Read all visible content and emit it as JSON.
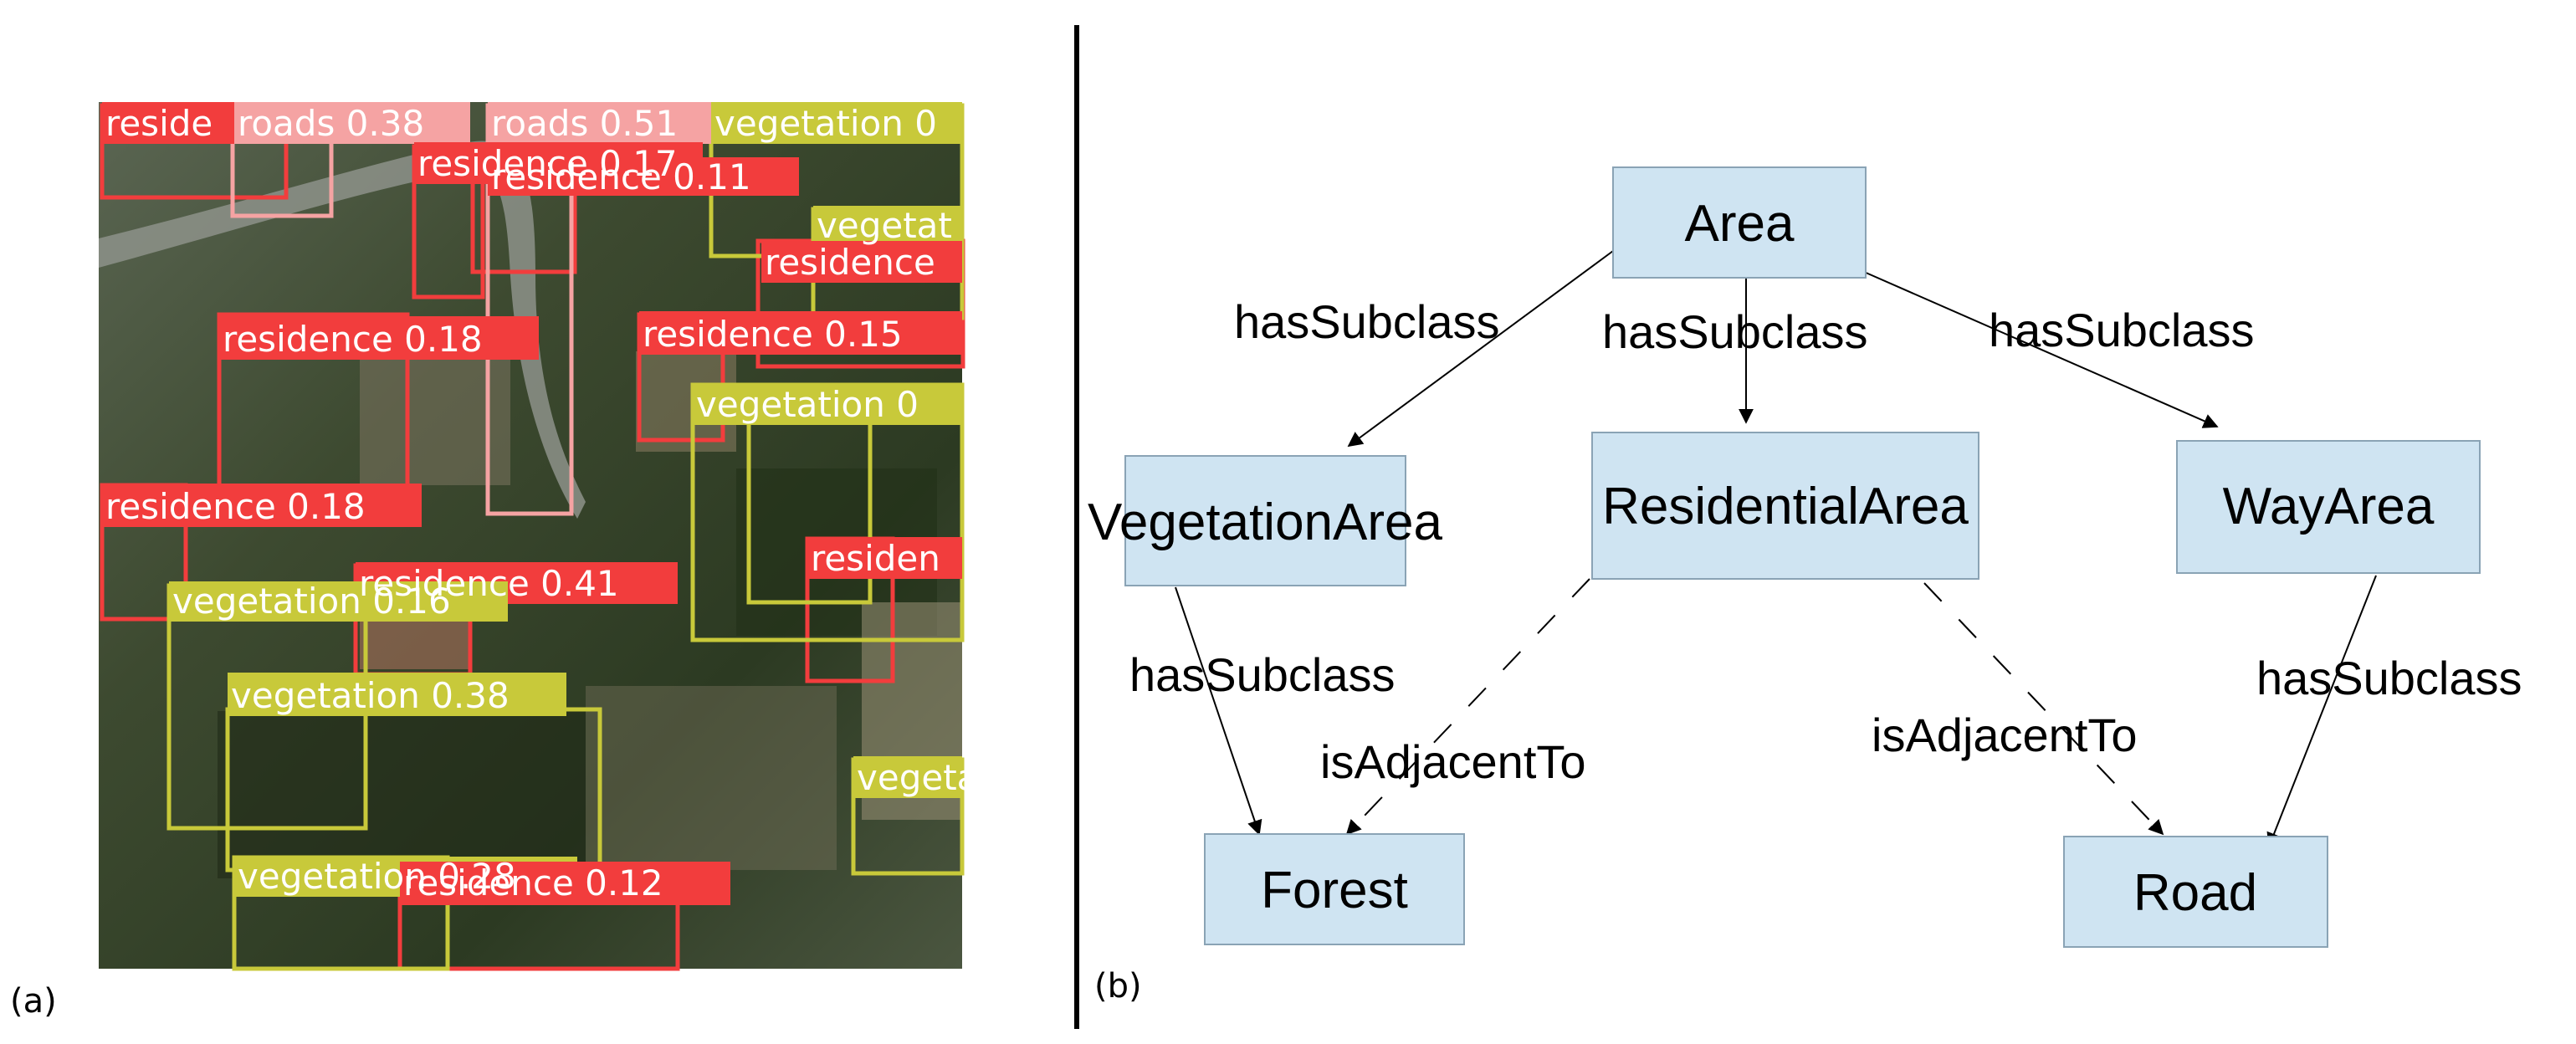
{
  "panels": {
    "a_label": "(a)",
    "b_label": "(b)"
  },
  "colors": {
    "residence": "#f23d3d",
    "roads": "#f5a3a3",
    "vegetation": "#c8c93a",
    "node_fill": "#cfe4f2",
    "node_stroke": "#8aa3b5",
    "divider": "#000000"
  },
  "detection_image": {
    "labels": [
      "reside",
      "roads 0.38",
      "roads 0.51",
      "vegetation 0",
      "residence 0.17",
      "residence 0.11",
      "vegetat",
      "residence",
      "residence 0.18",
      "residence 0.15",
      "vegetation 0",
      "residence 0.18",
      "residen",
      "residence 0.41",
      "vegetation 0.16",
      "vegetation 0.38",
      "vegeta",
      "vegetation 0.28",
      "residence 0.12"
    ]
  },
  "ontology": {
    "nodes": {
      "area": "Area",
      "vegetation_area": "VegetationArea",
      "residential_area": "ResidentialArea",
      "way_area": "WayArea",
      "forest": "Forest",
      "road": "Road"
    },
    "edges": {
      "area_vegetation": "hasSubclass",
      "area_residential": "hasSubclass",
      "area_way": "hasSubclass",
      "vegetation_forest": "hasSubclass",
      "residential_forest": "isAdjacentTo",
      "residential_road": "isAdjacentTo",
      "way_road": "hasSubclass"
    }
  }
}
